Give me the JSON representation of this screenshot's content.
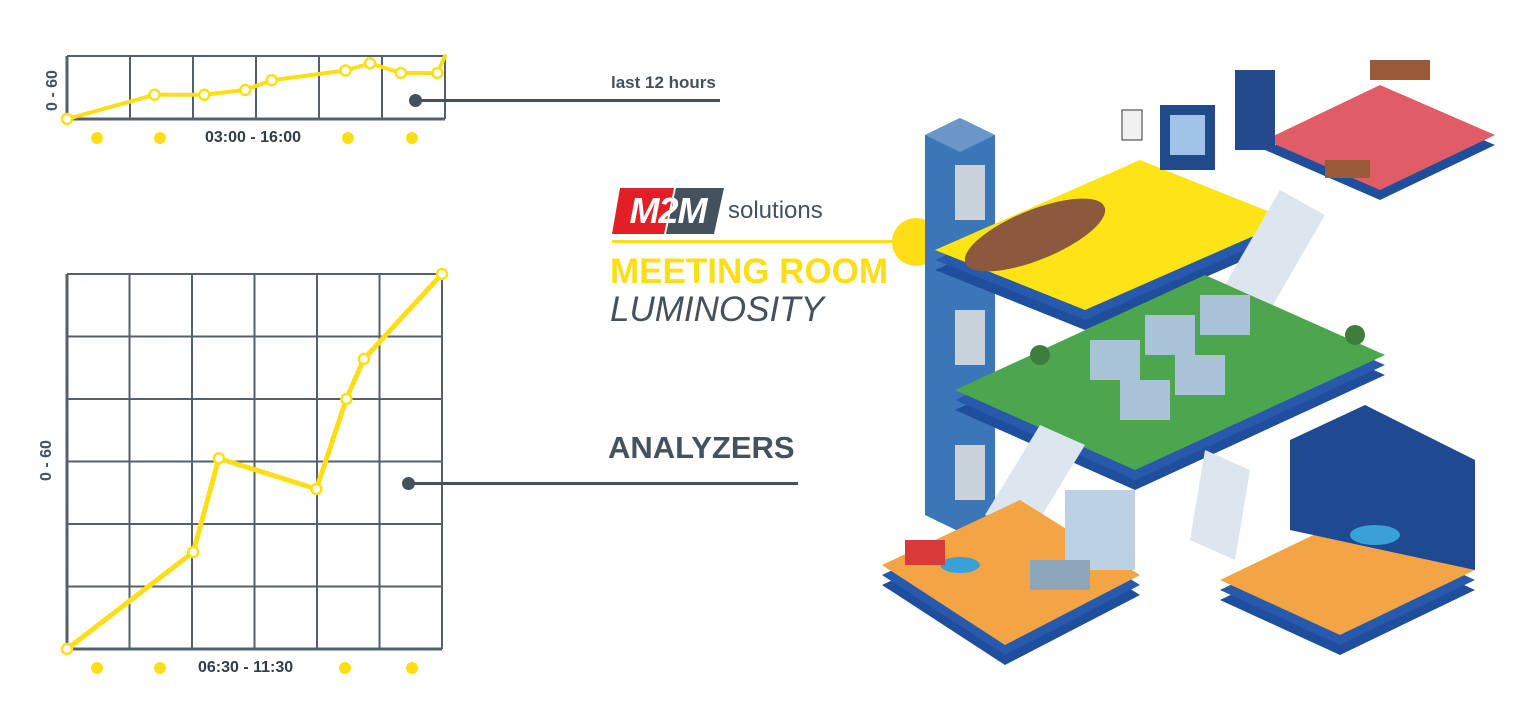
{
  "chart_data": [
    {
      "type": "line",
      "ylabel": "0 - 60",
      "range_label": "03:00 - 16:00",
      "callout": "last 12 hours",
      "points": [
        [
          0,
          0
        ],
        [
          1.39,
          5.0
        ],
        [
          2.18,
          5.0
        ],
        [
          2.83,
          6.0
        ],
        [
          3.25,
          8.0
        ],
        [
          4.42,
          10.0
        ],
        [
          4.81,
          11.5
        ],
        [
          5.3,
          9.5
        ],
        [
          5.88,
          9.5
        ],
        [
          6.0,
          13.0
        ]
      ]
    },
    {
      "type": "line",
      "ylabel": "0 - 60",
      "range_label": "06:30 - 11:30",
      "callout": "ANALYZERS",
      "points": [
        [
          0,
          0
        ],
        [
          2.02,
          1.55
        ],
        [
          2.43,
          3.05
        ],
        [
          3.99,
          2.56
        ],
        [
          4.47,
          4.0
        ],
        [
          4.75,
          4.64
        ],
        [
          6.0,
          6.0
        ]
      ]
    }
  ],
  "logo": {
    "mark": "M2M",
    "text": "solutions"
  },
  "title": {
    "line1": "MEETING ROOM",
    "line2": "LUMINOSITY"
  },
  "colors": {
    "accent": "#ffde17",
    "dark": "#45525d",
    "grid": "#56606a",
    "logo_red": "#e21e26"
  }
}
